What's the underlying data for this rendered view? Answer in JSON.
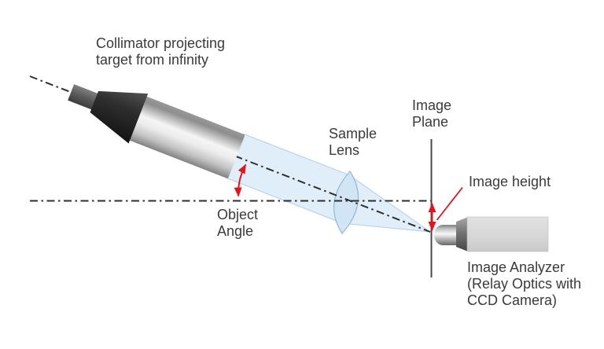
{
  "diagram": {
    "title_context": "Optical test bench diagram",
    "labels": {
      "collimator": {
        "line1": "Collimator projecting",
        "line2": "target from infinity"
      },
      "sample_lens": {
        "line1": "Sample",
        "line2": "Lens"
      },
      "image_plane": {
        "line1": "Image",
        "line2": "Plane"
      },
      "object_angle": {
        "line1": "Object",
        "line2": "Angle"
      },
      "image_height": {
        "text": "Image height"
      },
      "image_analyzer": {
        "line1": "Image Analyzer",
        "line2": "(Relay Optics with",
        "line3": "CCD Camera)"
      }
    },
    "colors": {
      "background": "#ffffff",
      "label_text": "#3a3a3a",
      "arrow_red": "#e8121d",
      "beam_fill": "#d9ebf8",
      "beam_edge": "#aed0e8",
      "lens_fill": "#cfe3f4",
      "lens_edge": "#95bcd8",
      "axis_line": "#2e2e2e",
      "image_plane_line": "#4a4a4a",
      "metal_light": "#f5f5f5",
      "metal_dark": "#828282",
      "cone_black": "#1d1d1d",
      "analyzer_body_gray": "#d6d6d6"
    }
  }
}
